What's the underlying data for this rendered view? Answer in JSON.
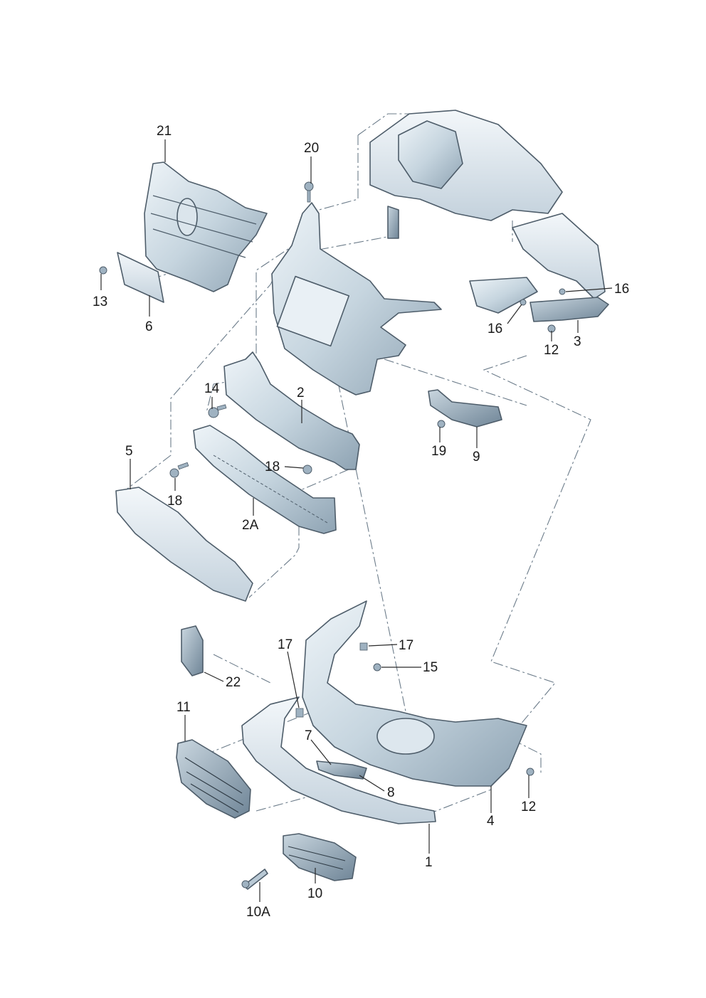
{
  "diagram": {
    "callouts": [
      "21",
      "20",
      "13",
      "6",
      "16",
      "16",
      "12",
      "3",
      "14",
      "2",
      "5",
      "18",
      "18",
      "19",
      "9",
      "2A",
      "17",
      "17",
      "15",
      "22",
      "11",
      "7",
      "8",
      "12",
      "4",
      "1",
      "10",
      "10A"
    ]
  },
  "colors": {
    "part_fill_light": "#e3edf3",
    "part_fill_mid": "#b9c9d5",
    "part_fill_dark": "#7f95a6",
    "outline": "#4e5d6a",
    "label": "#1a1a1a"
  }
}
